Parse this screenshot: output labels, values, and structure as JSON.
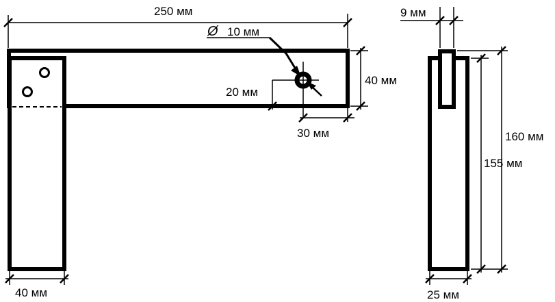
{
  "dimensions": {
    "overall_length": "250 мм",
    "hole_diameter": "10 мм",
    "bar_height": "40 мм",
    "hole_offset_vertical": "20 мм",
    "hole_offset_horizontal": "30 мм",
    "leg_width": "40 мм",
    "slot_width": "9 мм",
    "side_height_total": "160 мм",
    "side_height_body": "155 мм",
    "side_thickness": "25 мм"
  },
  "diameter_symbol": "Ø"
}
